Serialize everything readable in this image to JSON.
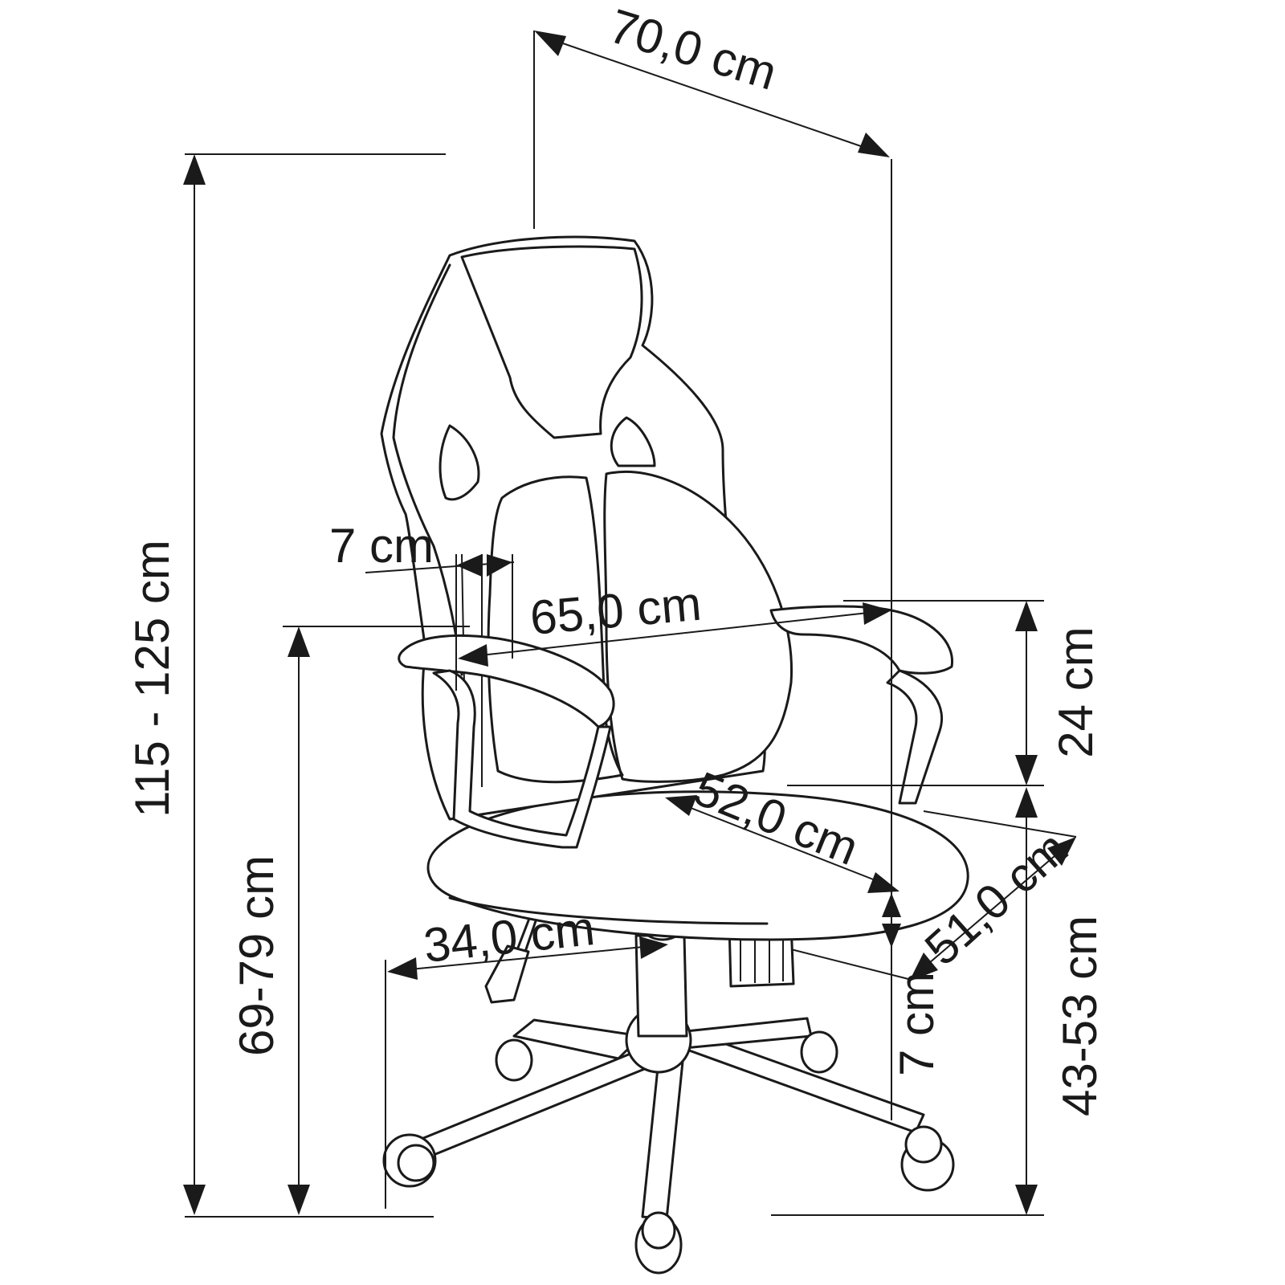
{
  "dimensions": {
    "overall_width": "70,0 cm",
    "overall_height": "115 - 125 cm",
    "armrest_height": "69-79 cm",
    "backrest_frame_width": "7 cm",
    "seat_to_armrest": "24 cm",
    "seat_height": "43-53 cm",
    "armrest_span": "65,0 cm",
    "seat_depth": "52,0 cm",
    "seat_width": "51,0 cm",
    "seat_thickness": "7 cm",
    "base_radius": "34,0 cm"
  }
}
